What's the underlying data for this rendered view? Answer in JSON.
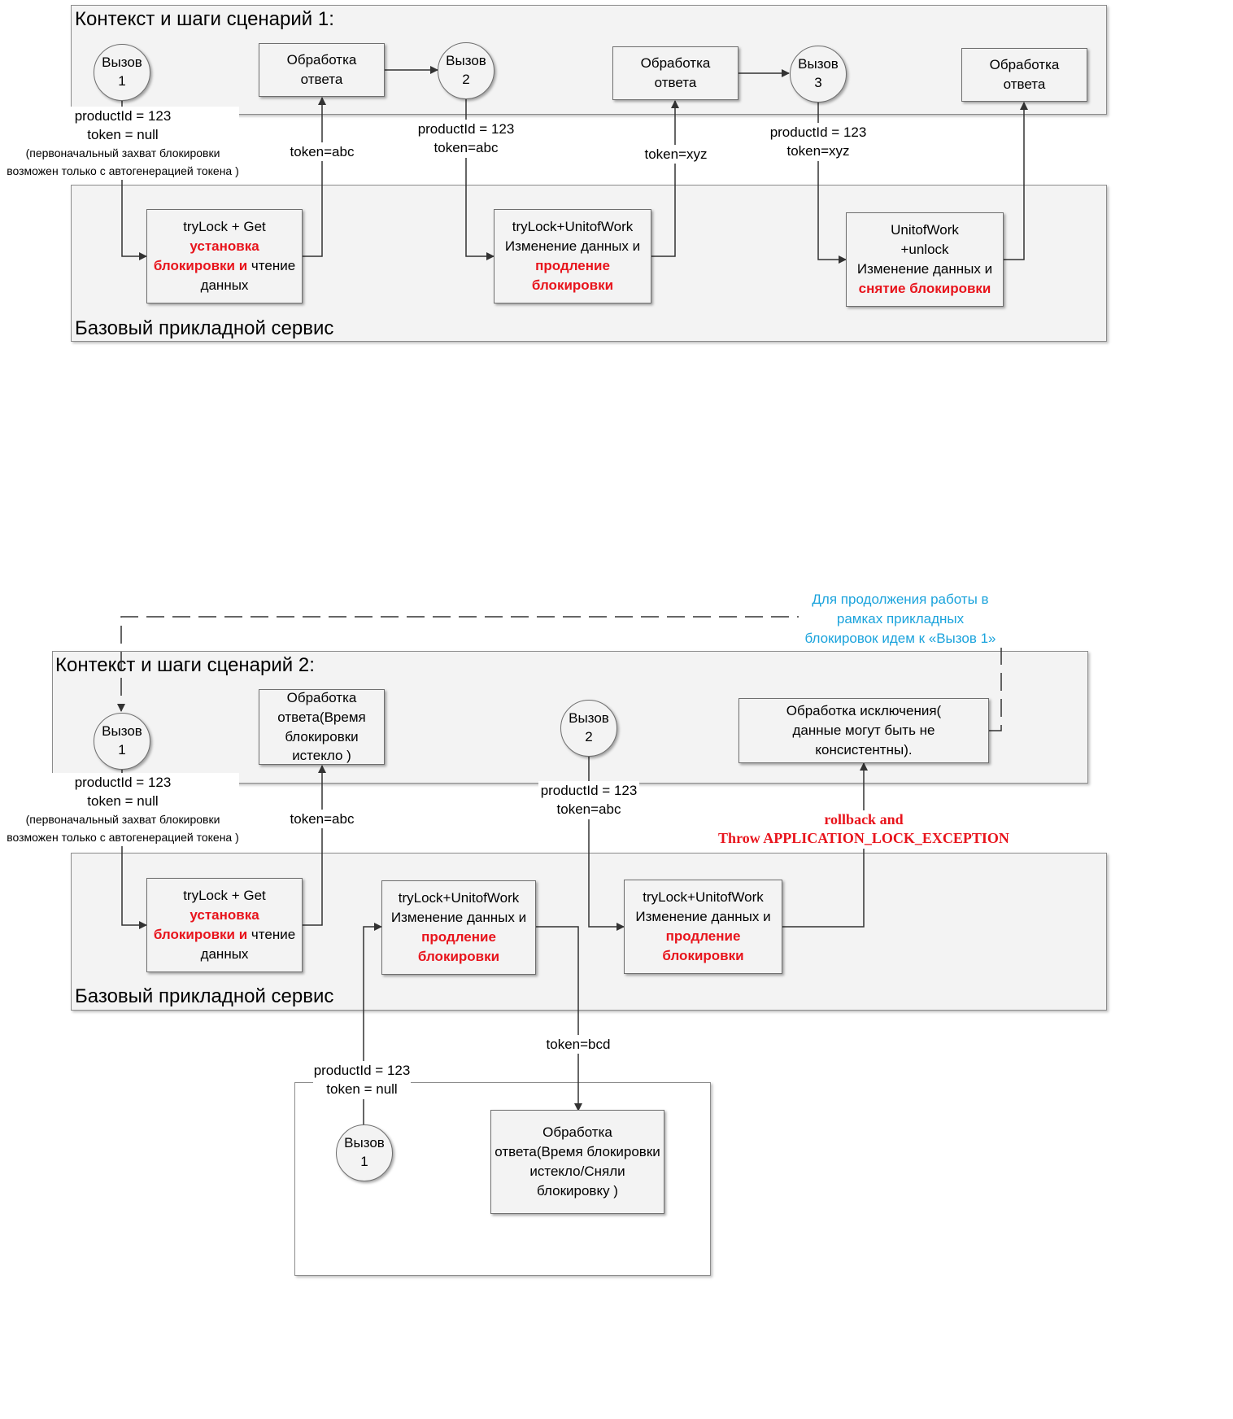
{
  "scenario1": {
    "context_title": "Контекст и шаги сценарий 1:",
    "service_title": "Базовый прикладной сервис",
    "call1": [
      "Вызов",
      "1"
    ],
    "call2": [
      "Вызов",
      "2"
    ],
    "call3": [
      "Вызов",
      "3"
    ],
    "resp1": [
      "Обработка",
      "ответа"
    ],
    "resp2": [
      "Обработка",
      "ответа"
    ],
    "resp3": [
      "Обработка",
      "ответа"
    ],
    "call1_params": {
      "product": "productId = 123",
      "token": "token = null",
      "note1": "(первоначальный захват блокировки",
      "note2": "возможен только с автогенерацией токена )"
    },
    "call2_params": {
      "product": "productId = 123",
      "token": "token=abc"
    },
    "call3_params": {
      "product": "productId = 123",
      "token": "token=xyz"
    },
    "token_abc": "token=abc",
    "token_xyz": "token=xyz",
    "svc1": {
      "l1": "tryLock + Get",
      "red1": "установка",
      "red2": "блокировки и",
      "l3": " чтение",
      "l4": "данных"
    },
    "svc2": {
      "l1": "tryLock+UnitofWork",
      "l2": "Изменение данных и",
      "red": "продление блокировки"
    },
    "svc3": {
      "l1": "UnitofWork",
      "l2": "+unlock",
      "l3": "Изменение данных и",
      "red": "снятие блокировки"
    }
  },
  "scenario2": {
    "context_title": "Контекст и шаги сценарий 2:",
    "service_title": "Базовый прикладной сервис",
    "loop_note": [
      "Для продолжения работы в",
      "рамках прикладных",
      "блокировок идем  к «Вызов 1»"
    ],
    "call1": [
      "Вызов",
      "1"
    ],
    "call2": [
      "Вызов",
      "2"
    ],
    "resp1": [
      "Обработка",
      "ответа(Время",
      "блокировки",
      "истекло )"
    ],
    "exception_box": [
      "Обработка исключения(",
      "данные могут быть не консистентны)."
    ],
    "call1_params": {
      "product": "productId = 123",
      "token": "token = null",
      "note1": "(первоначальный захват блокировки",
      "note2": "возможен только с автогенерацией токена )"
    },
    "call2_params": {
      "product": "productId = 123",
      "token": "token=abc"
    },
    "token_abc": "token=abc",
    "token_bcd": "token=bcd",
    "exception": [
      "rollback  and",
      "Throw APPLICATION_LOCK_EXCEPTION"
    ],
    "svc1": {
      "l1": "tryLock + Get",
      "red1": "установка",
      "red2": "блокировки и",
      "l3": " чтение",
      "l4": "данных"
    },
    "svc2": {
      "l1": "tryLock+UnitofWork",
      "l2": "Изменение данных и",
      "red1": "продление",
      "red2": "блокировки"
    },
    "svc3": {
      "l1": "tryLock+UnitofWork",
      "l2": "Изменение данных и",
      "red": "продление блокировки"
    },
    "other": {
      "call1": [
        "Вызов",
        "1"
      ],
      "params": {
        "product": "productId = 123",
        "token": "token = null"
      },
      "resp": [
        "Обработка",
        "ответа(Время блокировки",
        "истекло/Сняли",
        "блокировку )"
      ]
    }
  }
}
